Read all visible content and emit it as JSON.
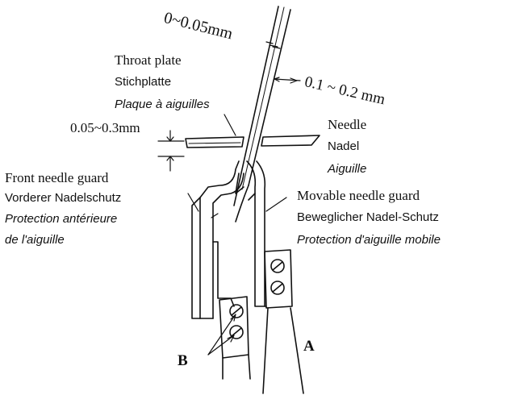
{
  "dimensions": {
    "top_gap": "0~0.05mm",
    "side_gap": "0.1 ~ 0.2 mm",
    "height_gap": "0.05~0.3mm"
  },
  "parts": {
    "throat_plate": {
      "en": "Throat plate",
      "de": "Stichplatte",
      "fr": "Plaque à aiguilles"
    },
    "needle": {
      "en": "Needle",
      "de": "Nadel",
      "fr": "Aiguille"
    },
    "front_guard": {
      "en": "Front needle guard",
      "de": "Vorderer Nadelschutz",
      "fr_1": "Protection antérieure",
      "fr_2": "de l'aiguille"
    },
    "movable_guard": {
      "en": "Movable needle guard",
      "de": "Beweglicher Nadel-Schutz",
      "fr": "Protection d'aiguille mobile"
    }
  },
  "markers": {
    "a": "A",
    "b": "B"
  }
}
